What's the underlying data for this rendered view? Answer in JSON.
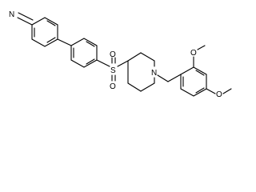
{
  "structure": {
    "atoms": {
      "nitrile_n": "N",
      "sulfur": "S",
      "sulfonyl_o_top": "O",
      "sulfonyl_o_bottom": "O",
      "piperidine_n": "N",
      "methoxy_o_top": "O",
      "methoxy_o_bottom": "O"
    }
  },
  "colors": {
    "bond": "#000000",
    "label": "#000000",
    "background": "#ffffff"
  }
}
